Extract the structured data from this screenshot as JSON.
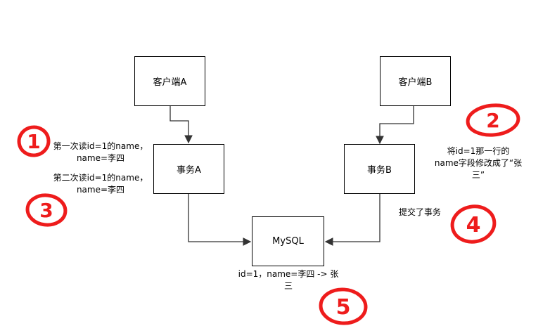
{
  "nodes": {
    "client_a": "客户端A",
    "client_b": "客户端B",
    "txn_a": "事务A",
    "txn_b": "事务B",
    "mysql": "MySQL"
  },
  "notes": {
    "first_read": {
      "line1": "第一次读id=1的name，",
      "line2": "name=李四"
    },
    "second_read": {
      "line1": "第二次读id=1的name，",
      "line2": "name=李四"
    },
    "modify": {
      "line1": "将id=1那一行的",
      "line2": "name字段修改成了“张",
      "line3": "三”"
    },
    "commit": "提交了事务",
    "result": {
      "line1": "id=1，name=李四 -> 张",
      "line2": "三"
    }
  },
  "step_markers": [
    "1",
    "2",
    "3",
    "4",
    "5"
  ],
  "colors": {
    "line": "#333333",
    "marker": "#ee1c1c"
  }
}
